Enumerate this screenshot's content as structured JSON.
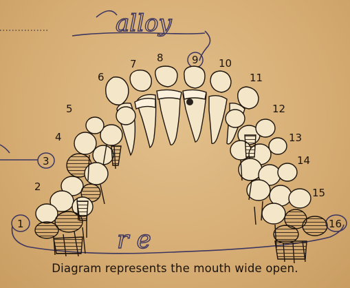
{
  "annotations": {
    "top_note": "alloy",
    "bottom_note": "r e"
  },
  "tooth_numbers": [
    "1",
    "2",
    "3",
    "4",
    "5",
    "6",
    "7",
    "8",
    "9",
    "10",
    "11",
    "12",
    "13",
    "14",
    "15",
    "16"
  ],
  "caption": "Diagram represents the mouth wide open.",
  "colors": {
    "paper": "#d9b47e",
    "ink": "#1c140c",
    "pencil": "#3b3560"
  }
}
